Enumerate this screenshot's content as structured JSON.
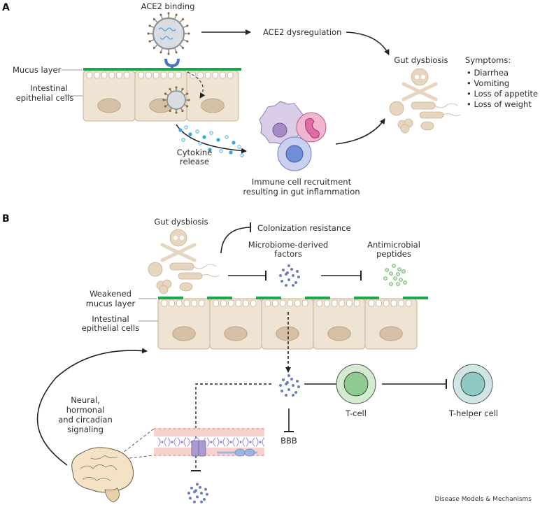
{
  "panel_a": {
    "label": "A",
    "ace2_binding": "ACE2 binding",
    "ace2_dysregulation": "ACE2 dysregulation",
    "mucus_layer": "Mucus layer",
    "epithelial_line1": "Intestinal",
    "epithelial_line2": "epithelial cells",
    "cytokine_line1": "Cytokine",
    "cytokine_line2": "release",
    "immune_line1": "Immune cell recruitment",
    "immune_line2": "resulting in gut inflammation",
    "gut_dysbiosis": "Gut dysbiosis",
    "symptoms_title": "Symptoms:",
    "symptoms": [
      "• Diarrhea",
      "• Vomiting",
      "• Loss of appetite",
      "• Loss of weight"
    ]
  },
  "panel_b": {
    "label": "B",
    "gut_dysbiosis": "Gut dysbiosis",
    "colonization_resistance": "Colonization resistance",
    "microbiome_line1": "Microbiome-derived",
    "microbiome_line2": "factors",
    "antimicrobial_line1": "Antimicrobial",
    "antimicrobial_line2": "peptides",
    "weakened_line1": "Weakened",
    "weakened_line2": "mucus layer",
    "epithelial_line1": "Intestinal",
    "epithelial_line2": "epithelial cells",
    "signaling_lines": [
      "Neural,",
      "hormonal",
      "and circadian",
      "signaling"
    ],
    "t_cell": "T-cell",
    "t_helper": "T-helper cell",
    "bbb": "BBB"
  },
  "credit": "Disease Models & Mechanisms",
  "colors": {
    "mucus": "#1aa84a",
    "cell_fill": "#efe3d3",
    "cell_stroke": "#c9b293",
    "nucleus": "#d6c0a5",
    "dysbiosis": "#e6d6bf",
    "factor_dot": "#6b7fb8",
    "peptide_dot": "#9fd19f",
    "tcell_outer": "#d3ebcf",
    "tcell_inner": "#8fcb8f",
    "thelper_outer": "#d0e6e4",
    "thelper_inner": "#8ec9c4"
  }
}
